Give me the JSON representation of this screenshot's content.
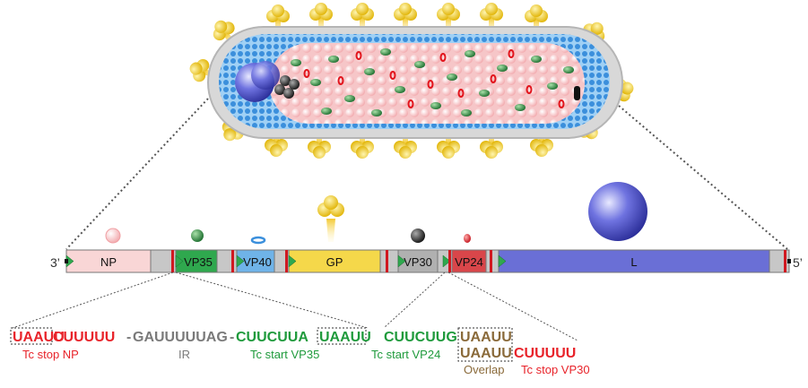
{
  "genome": {
    "end_left": "3’",
    "end_right": "5’",
    "genes": [
      {
        "label": "NP",
        "color": "#f9d6d6"
      },
      {
        "label": "VP35",
        "color": "#2fa84e"
      },
      {
        "label": "VP40",
        "color": "#6fb3e8"
      },
      {
        "label": "GP",
        "color": "#f5d84a"
      },
      {
        "label": "VP30",
        "color": "#b0b0b0"
      },
      {
        "label": "VP24",
        "color": "#d9464a"
      },
      {
        "label": "L",
        "color": "#6a6fd6"
      }
    ]
  },
  "sequence_left": {
    "stop_np": "UAAUU",
    "cuuuuu": "CUUUUU",
    "dash1": "-",
    "ir_seq": "GAUUUUUAG",
    "dash2": "-",
    "start_vp35_seq": "CUUCUUA",
    "start_vp35_box": "UAAUU",
    "label_stop_np": "Tc stop NP",
    "label_ir": "IR",
    "label_start_vp35": "Tc start VP35"
  },
  "sequence_right": {
    "start_vp24_seq": "CUUCUUG",
    "overlap_top": "UAAUU",
    "overlap_bottom": "UAAUU",
    "stop_vp30_seq": "CUUUUU",
    "label_start_vp24": "Tc start VP24",
    "label_overlap": "Overlap",
    "label_stop_vp30": "Tc stop VP30"
  },
  "colors": {
    "red": "#e8232a",
    "green": "#1f9a3c",
    "gray": "#7a7a7a",
    "brown": "#8a6a3a"
  }
}
